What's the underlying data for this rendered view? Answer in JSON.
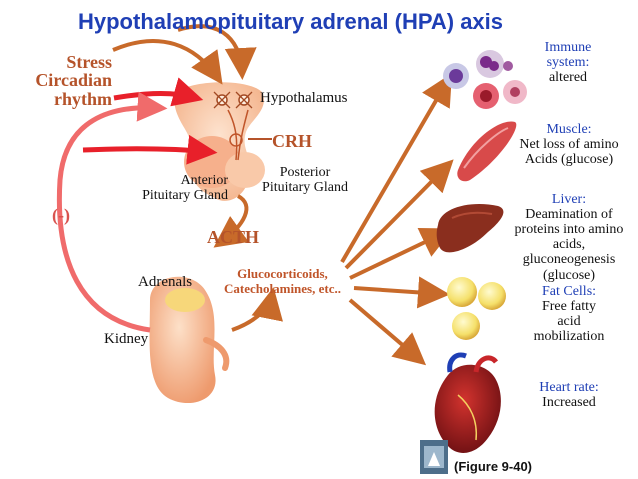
{
  "title": "Hypothalamopituitary adrenal  (HPA) axis",
  "stress_label": [
    "Stress",
    "Circadian",
    "rhythm"
  ],
  "hypothalamus": "Hypothalamus",
  "crh": "CRH",
  "anterior": [
    "Anterior",
    "Pituitary Gland"
  ],
  "posterior": [
    "Posterior",
    "Pituitary Gland"
  ],
  "feedback": "(-)",
  "acth": "ACTH",
  "adrenals": "Adrenals",
  "gluco": [
    "Glucocorticoids,",
    "Catecholamines, etc.."
  ],
  "kidney": "Kidney",
  "targets": {
    "immune": {
      "head": [
        "Immune",
        "system:"
      ],
      "body": [
        "altered"
      ]
    },
    "muscle": {
      "head": [
        "Muscle:"
      ],
      "body": [
        "Net loss of amino",
        "Acids (glucose)"
      ]
    },
    "liver": {
      "head": [
        "Liver:"
      ],
      "body": [
        "Deamination of",
        "proteins into amino",
        "acids,",
        "gluconeogenesis",
        "(glucose)"
      ]
    },
    "fat": {
      "head": [
        "Fat Cells:"
      ],
      "body": [
        "Free fatty",
        "acid",
        "mobilization"
      ]
    },
    "heart": {
      "head": [
        "Heart rate:"
      ],
      "body": [
        "Increased"
      ]
    }
  },
  "figure_ref": "(Figure 9-40)",
  "colors": {
    "title": "#1f3fb5",
    "arrow_orange": "#c86a2a",
    "arrow_red": "#e8202a",
    "feedback_pink": "#f06b6b",
    "label_brown": "#b5532a"
  }
}
